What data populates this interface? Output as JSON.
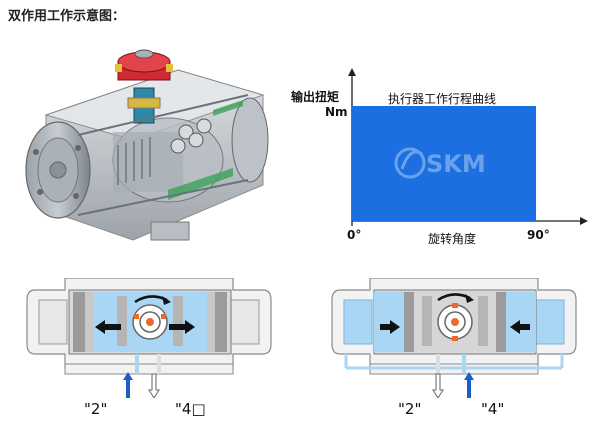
{
  "title": "双作用工作示意图：",
  "curve": {
    "title": "执行器工作行程曲线",
    "ylabel": "输出扭矩",
    "yunit": "Nm",
    "xlabel": "旋转角度",
    "x_start": "0°",
    "x_end": "90°",
    "watermark": "SKM",
    "fill_color": "#1c6fe0"
  },
  "panel_left": {
    "port_a": "\"2\"",
    "port_b": "\"4□"
  },
  "panel_right": {
    "port_a": "\"2\"",
    "port_b": "\"4\""
  },
  "colors": {
    "fluid": "#a9d6f5",
    "arrow_in": "#1a5fc8",
    "bracket": "#a9d6f5"
  }
}
